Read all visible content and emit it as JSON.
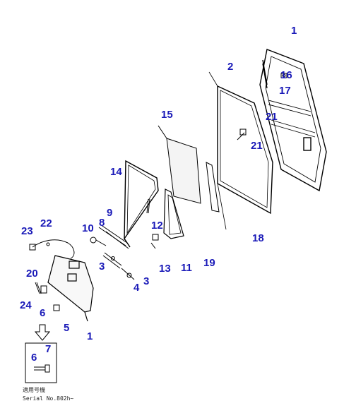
{
  "colors": {
    "callout": "#1a1ab8",
    "line": "#000000",
    "panel_fill": "#f4f4f4"
  },
  "callouts": {
    "c1_door": "1",
    "c2": "2",
    "c3_a": "3",
    "c3_b": "3",
    "c4": "4",
    "c5": "5",
    "c6_a": "6",
    "c6_b": "6",
    "c7": "7",
    "c8": "8",
    "c9": "9",
    "c10": "10",
    "c11": "11",
    "c12": "12",
    "c13": "13",
    "c14": "14",
    "c15": "15",
    "c16": "16",
    "c17": "17",
    "c18": "18",
    "c19": "19",
    "c20": "20",
    "c21_a": "21",
    "c21_b": "21",
    "c22": "22",
    "c23": "23",
    "c24": "24",
    "c1_panel": "1"
  },
  "serial_note": {
    "line1": "適用号機",
    "line2": "Serial No.802h~"
  }
}
